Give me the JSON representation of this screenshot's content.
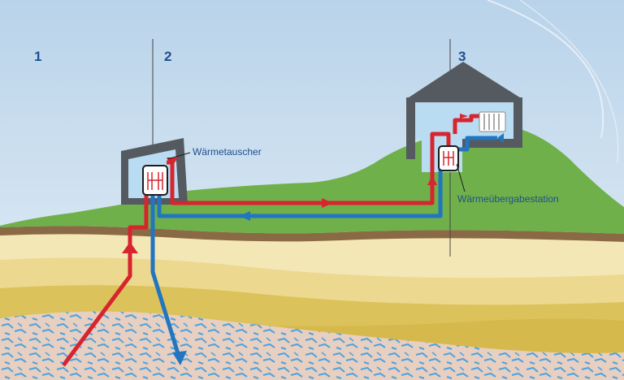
{
  "diagram": {
    "stage_numbers": [
      "1",
      "2",
      "3"
    ],
    "labels": {
      "heat_exchanger": "Wärmetauscher",
      "transfer_station": "Wärmeübergabestation"
    },
    "colors": {
      "sky_top": "#b9d3ea",
      "sky_bottom": "#e4eff6",
      "hill_green": "#6fb04a",
      "soil_brown": "#8a6a45",
      "sand_light": "#f4e7b6",
      "sand_mid": "#ecd88e",
      "sand_dark": "#dcc25a",
      "rock_pink": "#e7cfc1",
      "water_blue": "#4ea3df",
      "building_wall": "#555a60",
      "building_interior": "#b9dcf2",
      "hot_pipe": "#d6252e",
      "cold_pipe": "#2275c0",
      "label_text": "#1f4f8f"
    },
    "icons": [
      "heat-exchanger-icon",
      "transfer-station-icon",
      "radiator-icon"
    ]
  }
}
